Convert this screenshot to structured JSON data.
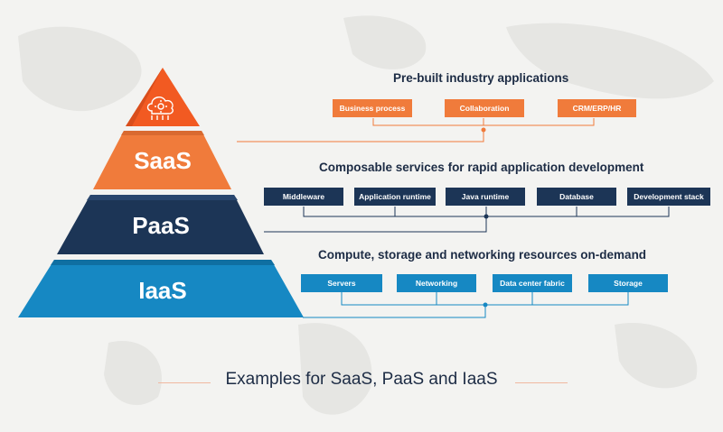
{
  "tiers": {
    "saas": {
      "label": "SaaS",
      "color": "#f07b3b"
    },
    "paas": {
      "label": "PaaS",
      "color": "#1c3556"
    },
    "iaas": {
      "label": "IaaS",
      "color": "#1688c3"
    }
  },
  "groups": {
    "saas": {
      "heading": "Pre-built industry applications",
      "items": [
        "Business process",
        "Collaboration",
        "CRM/ERP/HR"
      ]
    },
    "paas": {
      "heading": "Composable services for rapid application development",
      "items": [
        "Middleware",
        "Application runtime",
        "Java runtime",
        "Database",
        "Development stack"
      ]
    },
    "iaas": {
      "heading": "Compute, storage and networking resources on-demand",
      "items": [
        "Servers",
        "Networking",
        "Data center fabric",
        "Storage"
      ]
    }
  },
  "caption": "Examples for SaaS, PaaS and IaaS",
  "icons": {
    "apex": "cloud-gear-icon"
  }
}
